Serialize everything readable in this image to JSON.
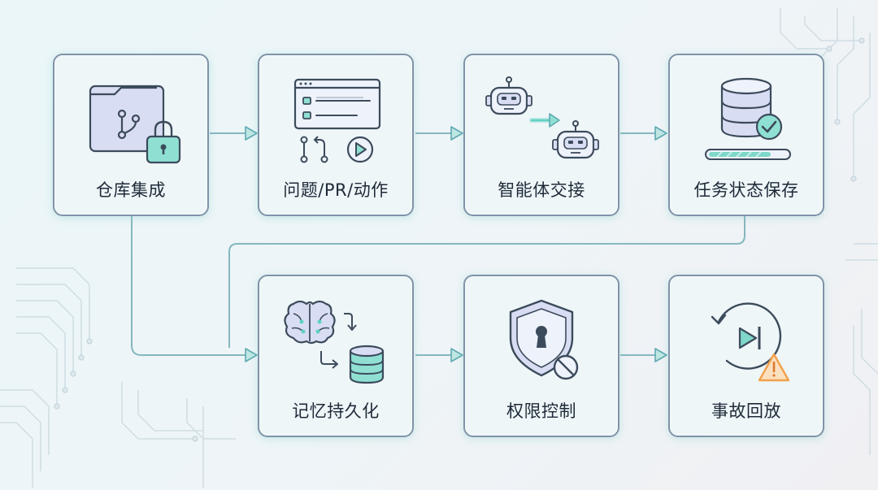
{
  "colors": {
    "stroke": "#3c4b5c",
    "teal": "#5fd1c4",
    "lavender": "#d9ddf3",
    "accent_orange": "#f2a04b",
    "arrow": "#86b7bf"
  },
  "steps": [
    {
      "label": "仓库集成",
      "icon": "locked-git-folder-icon"
    },
    {
      "label": "问题/PR/动作",
      "icon": "issue-pr-action-icon"
    },
    {
      "label": "智能体交接",
      "icon": "agent-handoff-icon"
    },
    {
      "label": "任务状态保存",
      "icon": "database-saved-icon"
    },
    {
      "label": "记忆持久化",
      "icon": "brain-to-database-icon"
    },
    {
      "label": "权限控制",
      "icon": "shield-lock-icon"
    },
    {
      "label": "事故回放",
      "icon": "replay-warning-icon"
    }
  ]
}
